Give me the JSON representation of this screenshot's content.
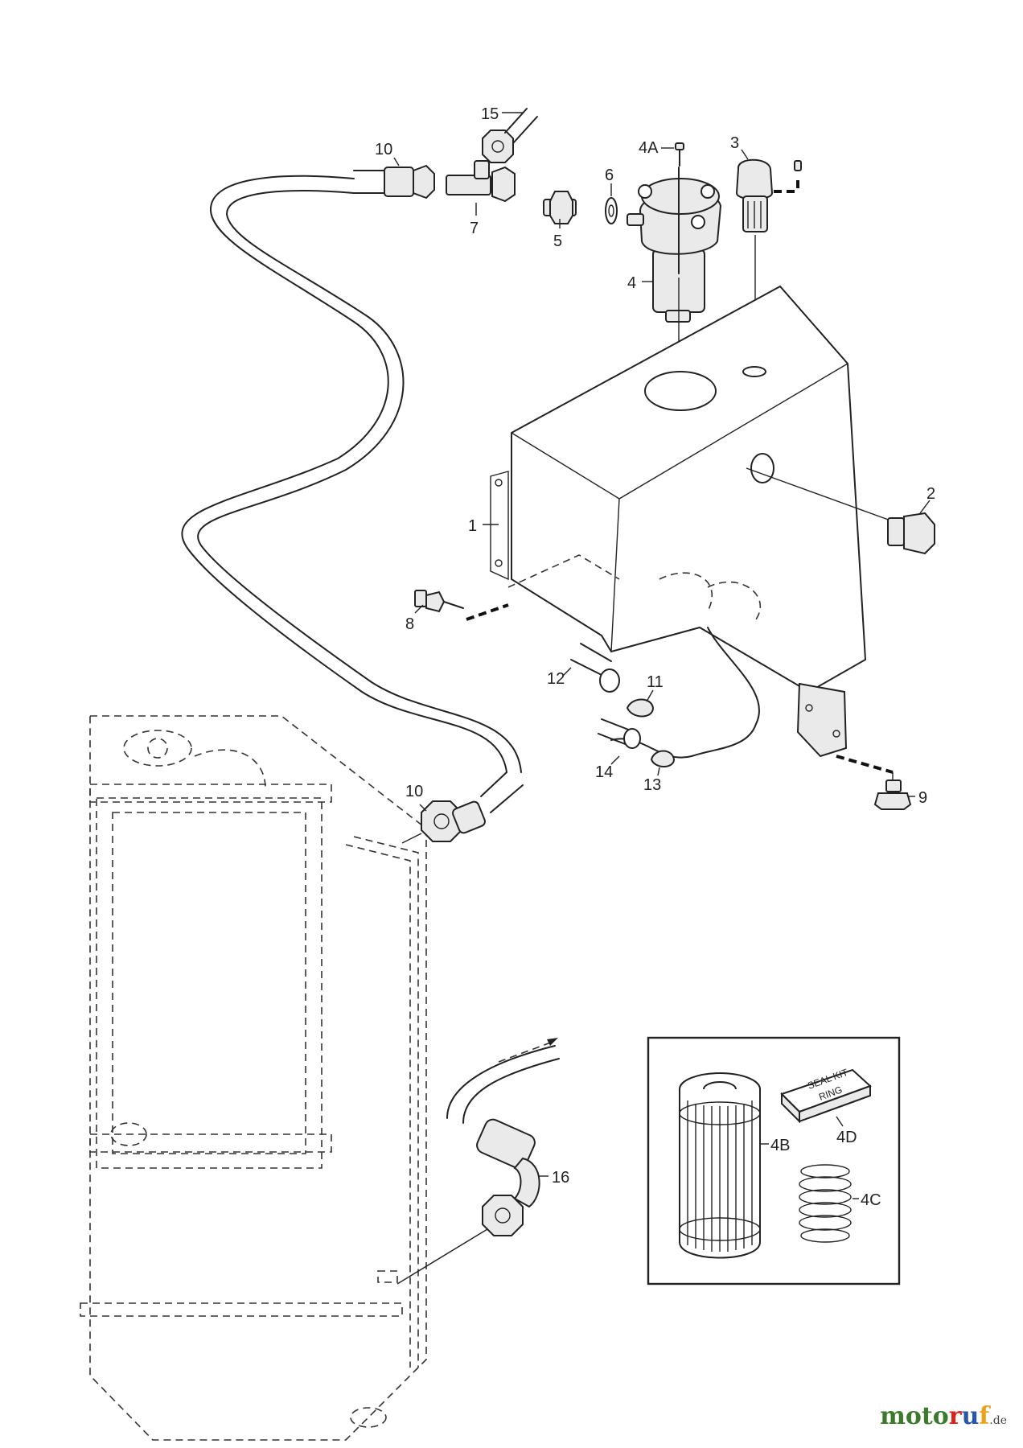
{
  "diagram": {
    "callouts": [
      {
        "id": "c-15",
        "label": "15"
      },
      {
        "id": "c-10a",
        "label": "10"
      },
      {
        "id": "c-4A",
        "label": "4A"
      },
      {
        "id": "c-3",
        "label": "3"
      },
      {
        "id": "c-6",
        "label": "6"
      },
      {
        "id": "c-7",
        "label": "7"
      },
      {
        "id": "c-5",
        "label": "5"
      },
      {
        "id": "c-4",
        "label": "4"
      },
      {
        "id": "c-2",
        "label": "2"
      },
      {
        "id": "c-1",
        "label": "1"
      },
      {
        "id": "c-8",
        "label": "8"
      },
      {
        "id": "c-12",
        "label": "12"
      },
      {
        "id": "c-11",
        "label": "11"
      },
      {
        "id": "c-14",
        "label": "14"
      },
      {
        "id": "c-13",
        "label": "13"
      },
      {
        "id": "c-9",
        "label": "9"
      },
      {
        "id": "c-10b",
        "label": "10"
      },
      {
        "id": "c-16",
        "label": "16"
      },
      {
        "id": "c-4B",
        "label": "4B"
      },
      {
        "id": "c-4D",
        "label": "4D"
      },
      {
        "id": "c-4C",
        "label": "4C"
      }
    ],
    "inset_seal_kit_line1": "SEAL KIT",
    "inset_seal_kit_line2": "RING"
  },
  "watermark": {
    "part1": "moto",
    "part2": "r",
    "part3": "u",
    "part4": "f",
    "suffix": ".de"
  },
  "colors": {
    "line": "#222222",
    "watermark_green": "#3a7a2a",
    "watermark_red": "#d9241c",
    "watermark_blue": "#2a55a8",
    "watermark_orange": "#e8a21c"
  }
}
